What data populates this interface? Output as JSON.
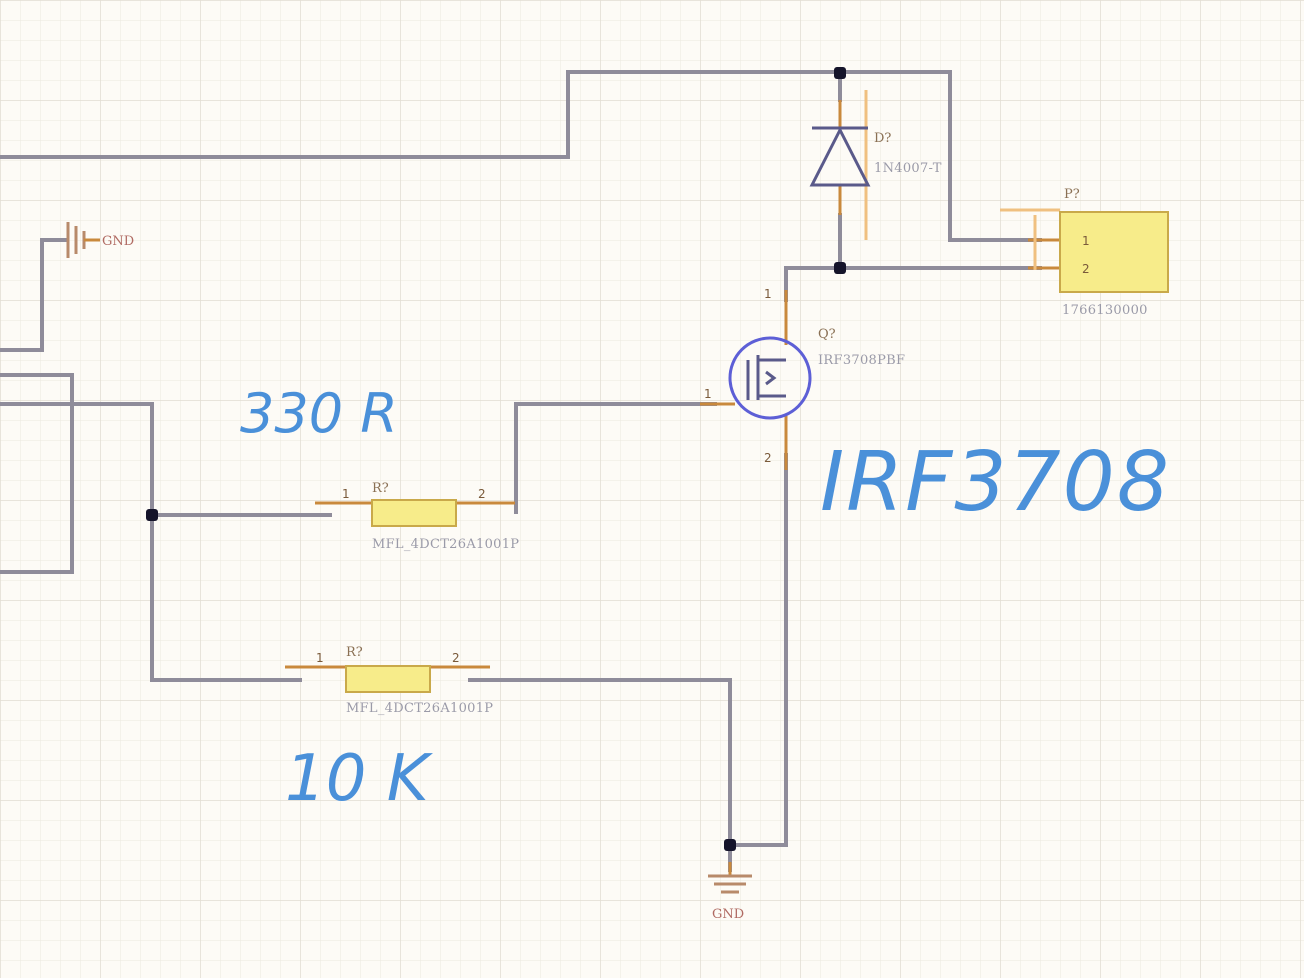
{
  "net_labels": {
    "gnd_top": "GND",
    "gnd_bottom": "GND"
  },
  "components": {
    "diode": {
      "designator": "D?",
      "comment": "1N4007-T"
    },
    "connector": {
      "designator": "P?",
      "comment": "1766130000",
      "pin1": "1",
      "pin2": "2"
    },
    "mosfet": {
      "designator": "Q?",
      "comment": "IRF3708PBF",
      "pin_drain": "1",
      "pin_gate": "1",
      "pin_source": "2"
    },
    "resistor_gate": {
      "designator": "R?",
      "comment": "MFL_4DCT26A1001P",
      "pin1": "1",
      "pin2": "2"
    },
    "resistor_pulldown": {
      "designator": "R?",
      "comment": "MFL_4DCT26A1001P",
      "pin1": "1",
      "pin2": "2"
    }
  },
  "annotations": {
    "gate_resistor_value": "330 R",
    "pulldown_resistor_value": "10 K",
    "mosfet_part": "IRF3708"
  },
  "colors": {
    "wire": "#8f8c9a",
    "junction": "#15142a",
    "component_body": "#f7ec8a",
    "handwriting": "#4a90d9",
    "grid": "#e8e4dc"
  }
}
